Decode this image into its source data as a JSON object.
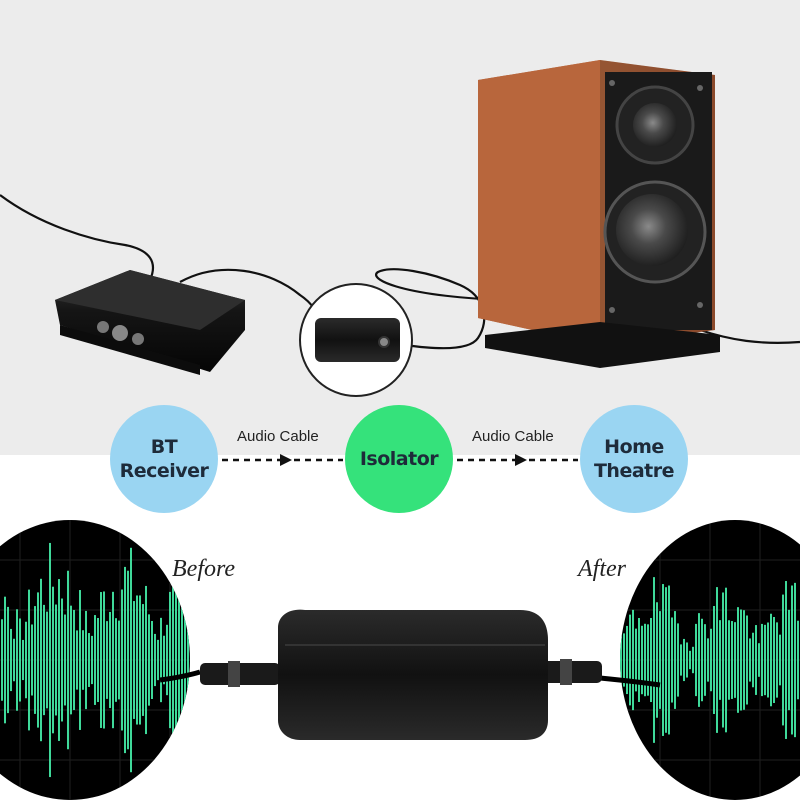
{
  "flow": {
    "source": "BT Receiver",
    "middle": "Isolator",
    "destination_line1": "Home",
    "destination_line2": "Theatre",
    "link1": "Audio Cable",
    "link2": "Audio Cable"
  },
  "comparison": {
    "before": "Before",
    "after": "After"
  },
  "colors": {
    "light_blue": "#9ad5f2",
    "green": "#35e27b",
    "waveform": "#3fd99a",
    "speaker_wood": "#c06a3e"
  }
}
